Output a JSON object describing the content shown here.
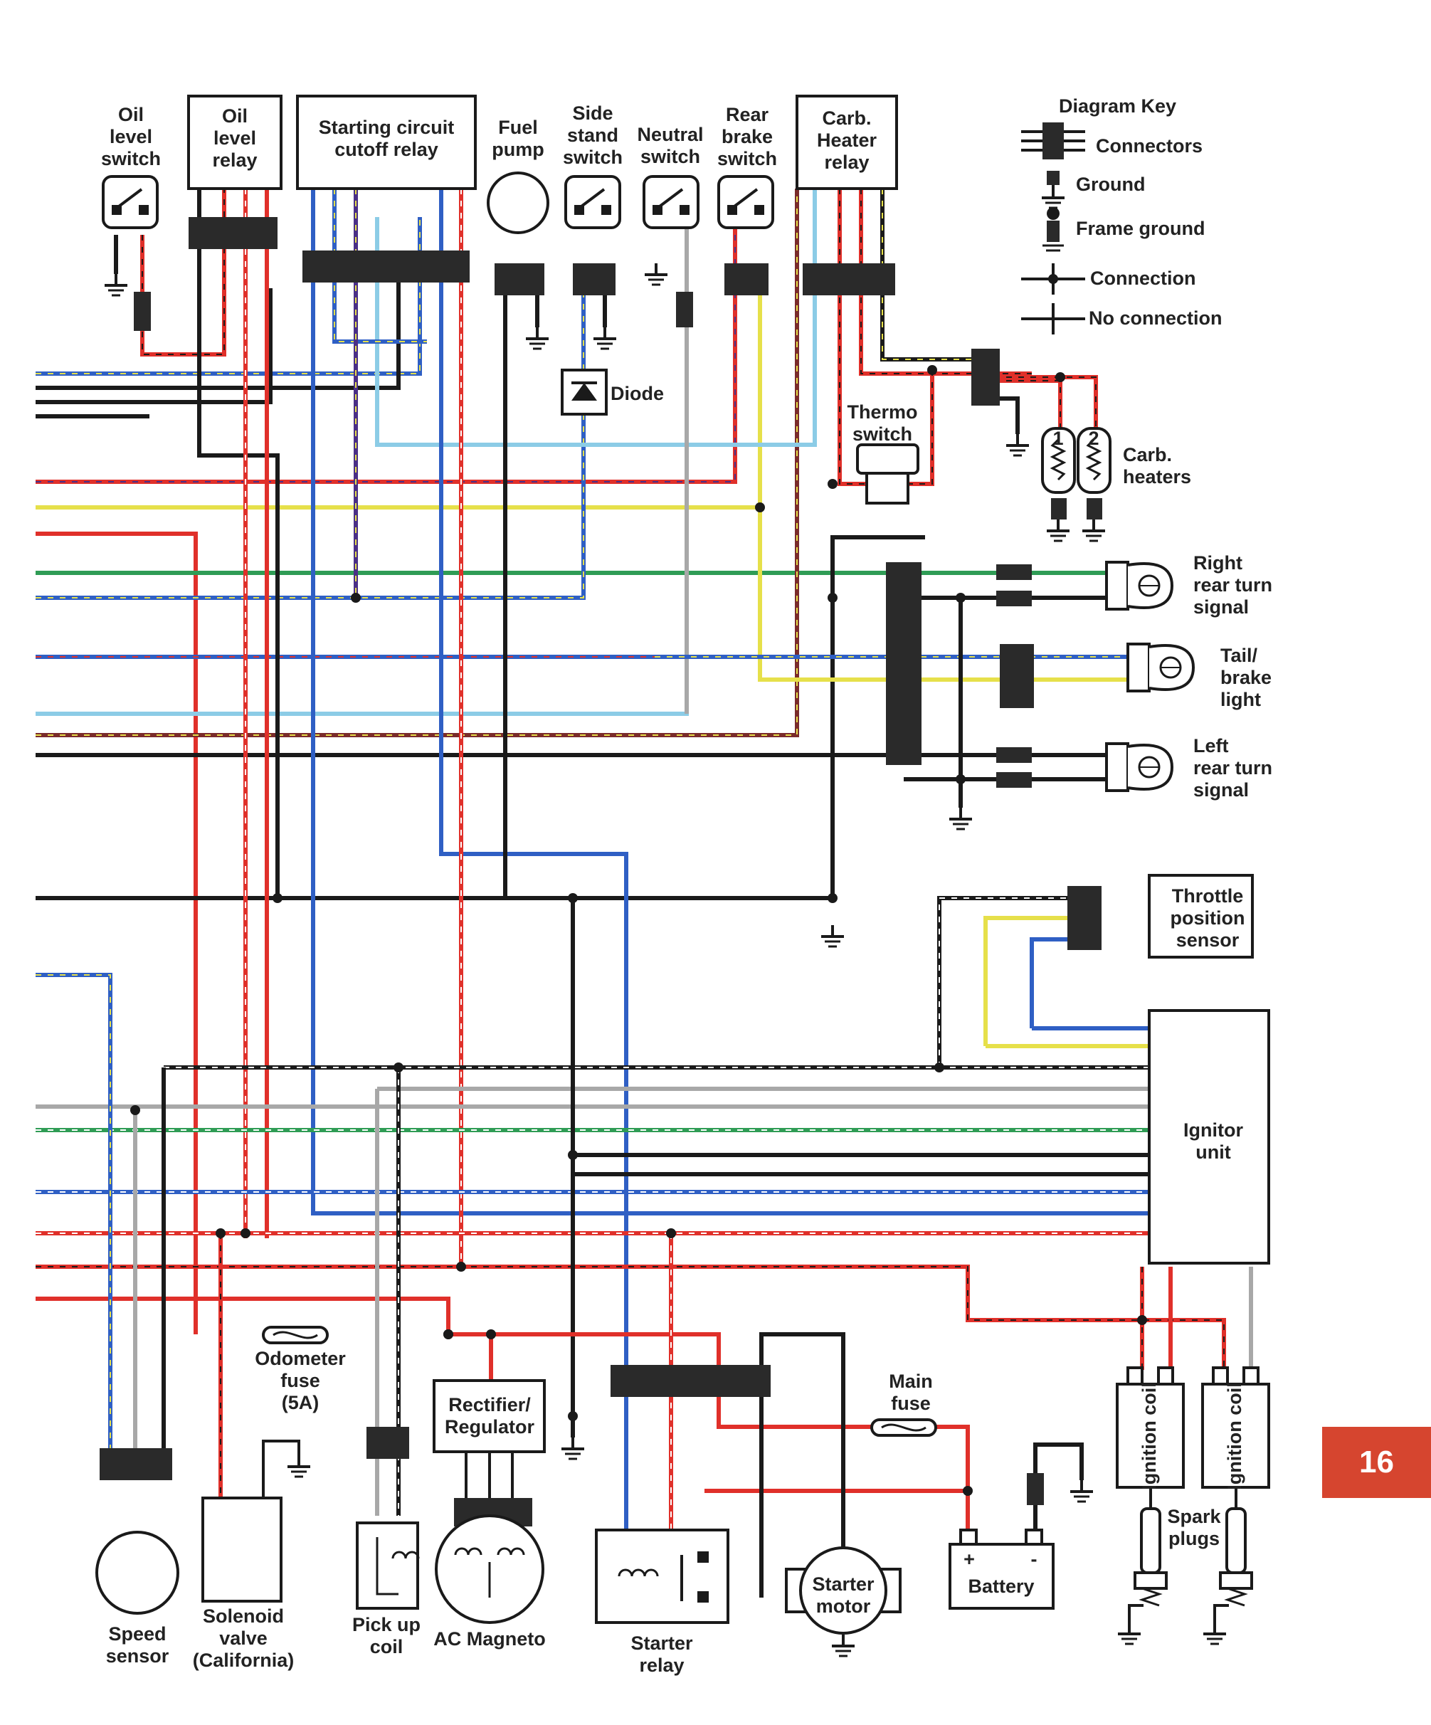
{
  "labels": {
    "oil_level_switch": [
      "Oil",
      "level",
      "switch"
    ],
    "oil_level_relay": [
      "Oil",
      "level",
      "relay"
    ],
    "starting_circuit_cutoff_relay": [
      "Starting circuit",
      "cutoff relay"
    ],
    "fuel_pump": [
      "Fuel",
      "pump"
    ],
    "side_stand_switch": [
      "Side",
      "stand",
      "switch"
    ],
    "neutral_switch": [
      "Neutral",
      "switch"
    ],
    "rear_brake_switch": [
      "Rear",
      "brake",
      "switch"
    ],
    "carb_heater_relay": [
      "Carb.",
      "Heater",
      "relay"
    ],
    "diode": "Diode",
    "thermo_switch": [
      "Thermo",
      "switch"
    ],
    "carb_heaters": [
      "Carb.",
      "heaters"
    ],
    "right_rear_turn_signal": [
      "Right",
      "rear turn",
      "signal"
    ],
    "tail_brake_light": [
      "Tail/",
      "brake",
      "light"
    ],
    "left_rear_turn_signal": [
      "Left",
      "rear turn",
      "signal"
    ],
    "throttle_position_sensor": [
      "Throttle",
      "position",
      "sensor"
    ],
    "ignitor_unit": [
      "Ignitor",
      "unit"
    ],
    "ignition_coil": "Ignition coil",
    "spark_plugs": [
      "Spark",
      "plugs"
    ],
    "main_fuse": [
      "Main",
      "fuse"
    ],
    "battery": "Battery",
    "battery_plus": "+",
    "battery_minus": "-",
    "starter_motor": [
      "Starter",
      "motor"
    ],
    "starter_relay": [
      "Starter",
      "relay"
    ],
    "ac_magneto": "AC Magneto",
    "pick_up_coil": [
      "Pick up",
      "coil"
    ],
    "rectifier_regulator": [
      "Rectifier/",
      "Regulator"
    ],
    "odometer_fuse": [
      "Odometer",
      "fuse",
      "(5A)"
    ],
    "solenoid_valve": [
      "Solenoid",
      "valve",
      "(California)"
    ],
    "speed_sensor": [
      "Speed",
      "sensor"
    ],
    "coil_numbers": [
      "1",
      "2"
    ]
  },
  "diagram_key": {
    "title": "Diagram Key",
    "items": [
      "Connectors",
      "Ground",
      "Frame ground",
      "Connection",
      "No connection"
    ]
  },
  "page_number": "16",
  "wire_colors": {
    "black": "#1a1a1a",
    "blue": "#2f5fc4",
    "red": "#e0302a",
    "green": "#2f9c55",
    "yellow": "#e6e04a",
    "light_blue": "#8ccce6",
    "gray": "#a8a8a8",
    "purple": "#4a2f86",
    "brown": "#7a2b2b",
    "white": "#ffffff"
  }
}
